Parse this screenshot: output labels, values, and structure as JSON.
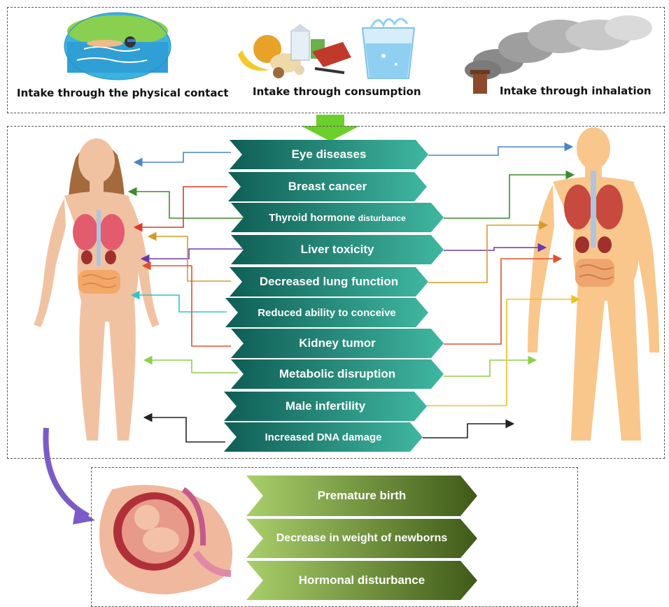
{
  "intake": {
    "physical_contact": "Intake through the physical contact",
    "consumption": "Intake through consumption",
    "inhalation": "Intake through inhalation"
  },
  "effects": [
    "Eye diseases",
    "Breast cancer",
    "Thyroid hormone",
    "disturbance",
    "Liver toxicity",
    "Decreased lung function",
    "Reduced ability to conceive",
    "Kidney tumor",
    "Metabolic disruption",
    "Male infertility",
    "Increased DNA damage"
  ],
  "pregnancy_effects": [
    "Premature birth",
    "Decrease in weight of newborns",
    "Hormonal disturbance"
  ],
  "colors": {
    "teal_dark": "#0f5e55",
    "teal_light": "#3fb6a0",
    "olive_dark": "#3f5a18",
    "olive_light": "#a9cf6a",
    "arrow_green": "#6ccf2a",
    "arrow_purple": "#7b5cc7",
    "skin_female": "#f1c2a2",
    "skin_male": "#f9c78c"
  },
  "icons": [
    "swimmer-icon",
    "food-icon",
    "water-glass-icon",
    "smokestack-icon",
    "female-body-icon",
    "male-body-icon",
    "fetus-icon"
  ]
}
